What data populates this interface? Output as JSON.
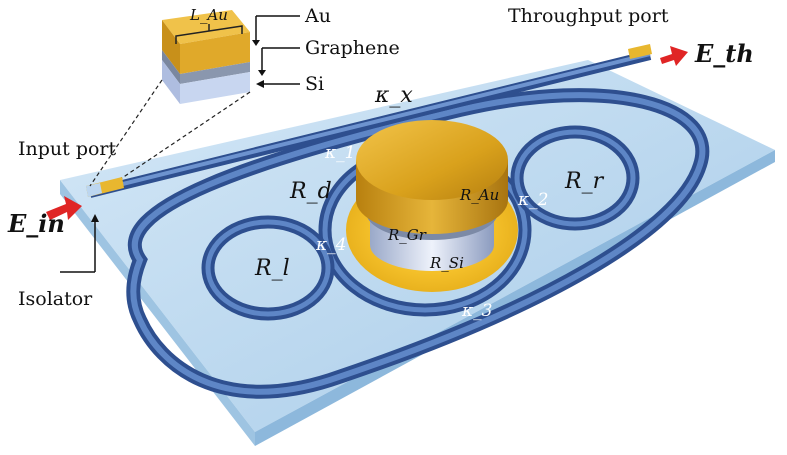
{
  "labels": {
    "throughput_port": "Throughput port",
    "input_port": "Input port",
    "isolator": "Isolator",
    "au": "Au",
    "graphene": "Graphene",
    "si": "Si",
    "l_au": "L_Au",
    "kappa_x": "κ_x",
    "kappa_1": "κ_1",
    "kappa_2": "κ_2",
    "kappa_3": "κ_3",
    "kappa_4": "κ_4",
    "r_d": "R_d",
    "r_r": "R_r",
    "r_l": "R_l",
    "r_au": "R_Au",
    "r_gr": "R_Gr",
    "r_si": "R_Si",
    "e_in": "E_in",
    "e_th": "E_th"
  },
  "colors": {
    "substrate": "#a9cdea",
    "waveguide": "#4468a8",
    "gold": "#d9a520",
    "silicon": "#c9d7ee",
    "arrow": "#e02525"
  }
}
